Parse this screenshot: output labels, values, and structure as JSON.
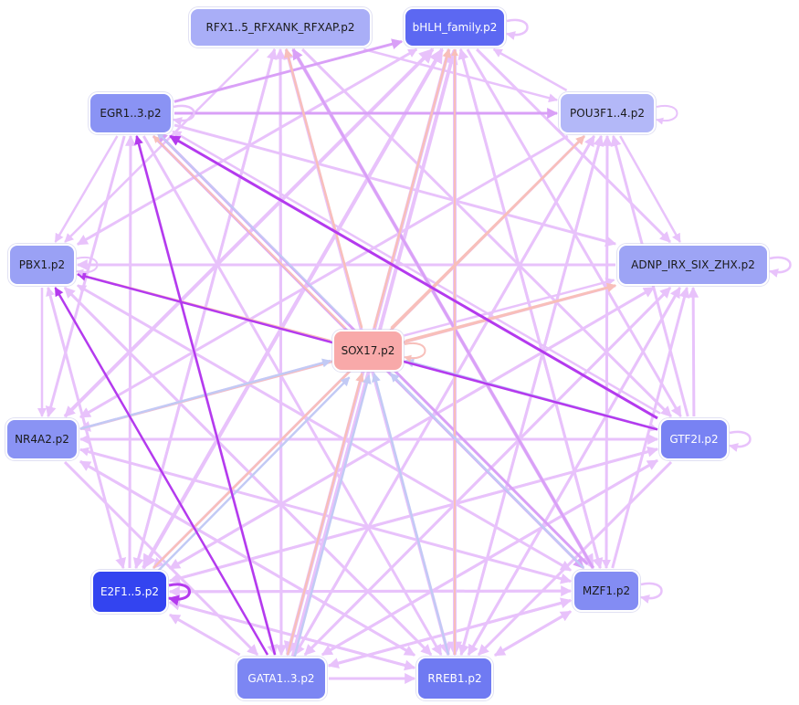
{
  "diagram": {
    "nodes": [
      {
        "id": "rfx",
        "label": "RFX1..5_RFXANK_RFXAP.p2",
        "fill": "#A9AEF7",
        "text": "light"
      },
      {
        "id": "bhlh",
        "label": "bHLH_family.p2",
        "fill": "#5C68F2",
        "text": "dark"
      },
      {
        "id": "egr",
        "label": "EGR1..3.p2",
        "fill": "#8A93F4",
        "text": "light"
      },
      {
        "id": "pou",
        "label": "POU3F1..4.p2",
        "fill": "#B3B8F8",
        "text": "light"
      },
      {
        "id": "pbx",
        "label": "PBX1.p2",
        "fill": "#9AA1F5",
        "text": "light"
      },
      {
        "id": "adnp",
        "label": "ADNP_IRX_SIX_ZHX.p2",
        "fill": "#9DA4F5",
        "text": "light"
      },
      {
        "id": "sox",
        "label": "SOX17.p2",
        "fill": "#F8A9A9",
        "text": "light"
      },
      {
        "id": "nr4a2",
        "label": "NR4A2.p2",
        "fill": "#8A93F4",
        "text": "light"
      },
      {
        "id": "gtf",
        "label": "GTF2I.p2",
        "fill": "#7882F3",
        "text": "dark"
      },
      {
        "id": "e2f",
        "label": "E2F1..5.p2",
        "fill": "#3344F0",
        "text": "dark"
      },
      {
        "id": "mzf",
        "label": "MZF1.p2",
        "fill": "#838CF3",
        "text": "light"
      },
      {
        "id": "gata",
        "label": "GATA1..3.p2",
        "fill": "#7C86F3",
        "text": "dark"
      },
      {
        "id": "rreb",
        "label": "RREB1.p2",
        "fill": "#6F7AF2",
        "text": "dark"
      }
    ],
    "edge_colors": {
      "light_violet": "#E8C2FB",
      "violet": "#D9A0F7",
      "strong_violet": "#B43AEE",
      "salmon": "#F8BFBA",
      "blue_grey": "#C2CAF5"
    }
  }
}
